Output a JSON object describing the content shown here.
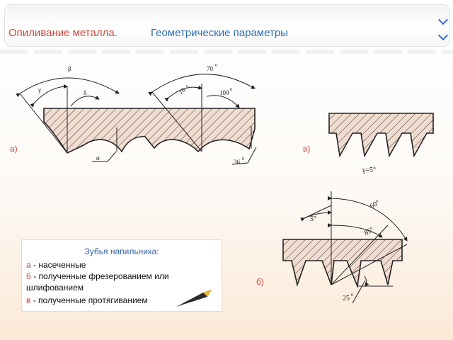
{
  "header": {
    "title": "Опиливание металла.",
    "subtitle": "Геометрические параметры"
  },
  "figure_a": {
    "label": "а)",
    "angle_beta": "β",
    "angle_gamma": "γ",
    "angle_delta": "δ",
    "angle_alpha": "α",
    "angle_70": "70",
    "angle_16": "16",
    "angle_100": "100",
    "angle_36": "36",
    "degree": "0"
  },
  "figure_v": {
    "label": "в)",
    "caption": "γ=5°"
  },
  "figure_b": {
    "label": "б)",
    "angle_5": "5°",
    "angle_60": "60°",
    "angle_85": "85°",
    "angle_25": "25",
    "degree": "0"
  },
  "legend": {
    "title": "Зубья напильника:",
    "items": [
      {
        "key": "а",
        "text": " - насеченные"
      },
      {
        "key": "б",
        "text": " - полученные фрезерованием или"
      },
      {
        "key": "",
        "text": "шлифованием"
      },
      {
        "key": "в",
        "text": " - полученные протягиванием"
      }
    ]
  },
  "colors": {
    "title_red": "#d0453b",
    "title_blue": "#2a6fb5",
    "hatch_fill": "#f2dcd0",
    "background_bottom": "#fbe9d6"
  }
}
